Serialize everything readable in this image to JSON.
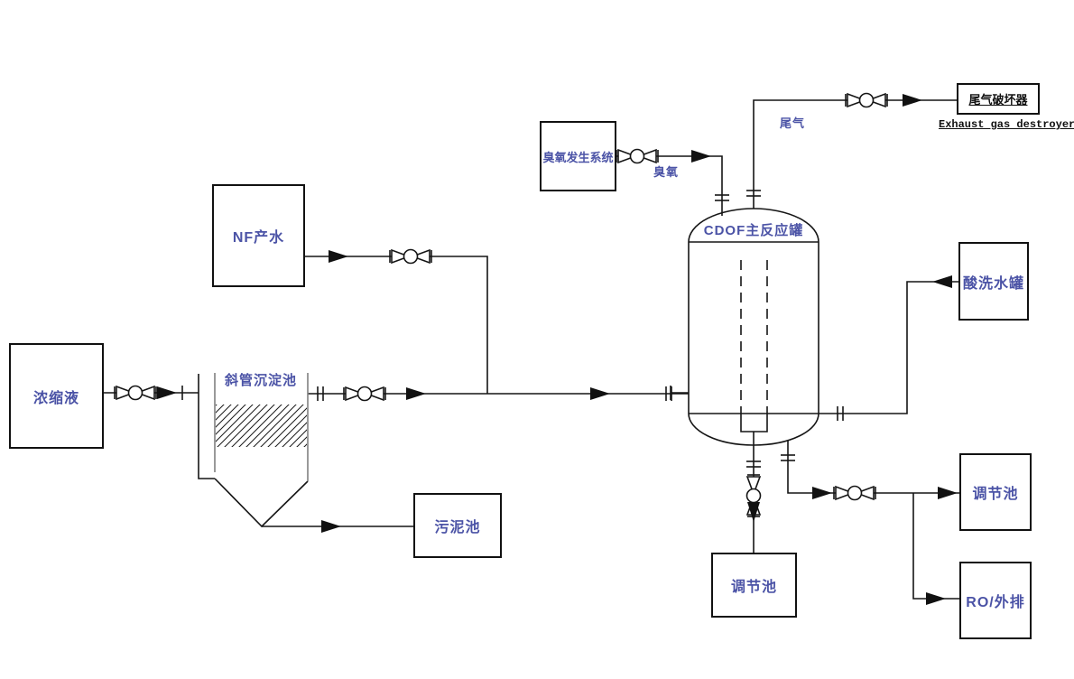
{
  "colors": {
    "label_blue": "#4b53a6",
    "line_black": "#151515",
    "wall_gray": "#808080"
  },
  "equipment": {
    "concentrate": {
      "label": "浓缩液"
    },
    "nf_product_water": {
      "label": "NF产水"
    },
    "ozone_generation_system": {
      "label": "臭氧发生系统"
    },
    "exhaust_gas_destroyer": {
      "label": "尾气破坏器",
      "sublabel": "Exhaust gas destroyer"
    },
    "inclined_tube_settler": {
      "label": "斜管沉淀池"
    },
    "sludge_tank": {
      "label": "污泥池"
    },
    "cdof_main_reactor": {
      "label": "CDOF主反应罐"
    },
    "acid_wash_water_tank": {
      "label": "酸洗水罐"
    },
    "regulating_tank_center": {
      "label": "调节池"
    },
    "regulating_tank_right": {
      "label": "调节池"
    },
    "ro_or_discharge": {
      "label": "RO/外排"
    }
  },
  "stream_labels": {
    "ozone": "臭氧",
    "tail_gas": "尾气"
  }
}
